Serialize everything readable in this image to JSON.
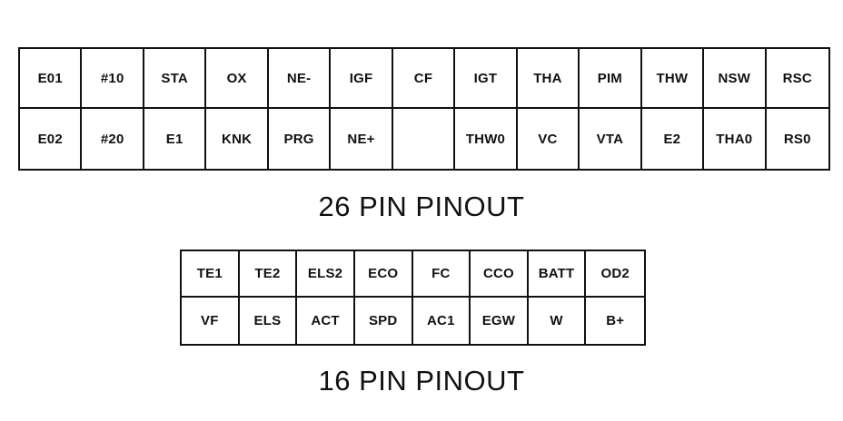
{
  "pinout_26": {
    "title": "26 PIN PINOUT",
    "rows": [
      [
        "E01",
        "#10",
        "STA",
        "OX",
        "NE-",
        "IGF",
        "CF",
        "IGT",
        "THA",
        "PIM",
        "THW",
        "NSW",
        "RSC"
      ],
      [
        "E02",
        "#20",
        "E1",
        "KNK",
        "PRG",
        "NE+",
        "",
        "THW0",
        "VC",
        "VTA",
        "E2",
        "THA0",
        "RS0"
      ]
    ]
  },
  "pinout_16": {
    "title": "16 PIN PINOUT",
    "rows": [
      [
        "TE1",
        "TE2",
        "ELS2",
        "ECO",
        "FC",
        "CCO",
        "BATT",
        "OD2"
      ],
      [
        "VF",
        "ELS",
        "ACT",
        "SPD",
        "AC1",
        "EGW",
        "W",
        "B+"
      ]
    ]
  }
}
